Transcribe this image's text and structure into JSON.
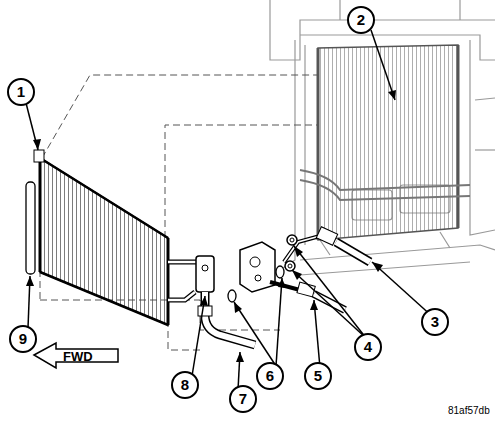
{
  "diagram": {
    "labels": [
      "1",
      "2",
      "3",
      "4",
      "5",
      "6",
      "7",
      "8",
      "9",
      "FWD",
      "81af57db"
    ]
  }
}
